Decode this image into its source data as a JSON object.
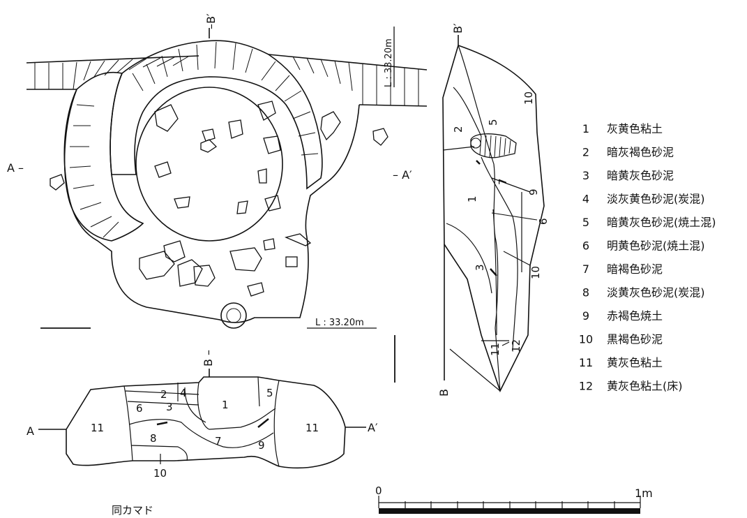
{
  "plan": {
    "label_a_left": "A –",
    "label_a_right": "– A′",
    "label_b_top": "–B′",
    "label_b_bottom": "B –",
    "elevation_left": "L : 33.20m",
    "elevation_top": "L : 33.20m"
  },
  "sections": {
    "horizontal": {
      "label_left": "A",
      "label_right": "A′",
      "layers": [
        "1",
        "2",
        "3",
        "4",
        "5",
        "6",
        "7",
        "8",
        "9",
        "10",
        "11",
        "11"
      ]
    },
    "vertical": {
      "label_top": "B′",
      "label_bottom": "B",
      "layers": [
        "1",
        "2",
        "3",
        "5",
        "6",
        "7",
        "9",
        "10",
        "10",
        "11",
        "12"
      ]
    }
  },
  "legend": [
    {
      "num": "1",
      "text": "灰黄色粘土"
    },
    {
      "num": "2",
      "text": "暗灰褐色砂泥"
    },
    {
      "num": "3",
      "text": "暗黄灰色砂泥"
    },
    {
      "num": "4",
      "text": "淡灰黄色砂泥(炭混)"
    },
    {
      "num": "5",
      "text": "暗黄灰色砂泥(焼土混)"
    },
    {
      "num": "6",
      "text": "明黄色砂泥(焼土混)"
    },
    {
      "num": "7",
      "text": "暗褐色砂泥"
    },
    {
      "num": "8",
      "text": "淡黄灰色砂泥(炭混)"
    },
    {
      "num": "9",
      "text": "赤褐色焼土"
    },
    {
      "num": "10",
      "text": "黒褐色砂泥"
    },
    {
      "num": "11",
      "text": "黄灰色粘土"
    },
    {
      "num": "12",
      "text": "黄灰色粘土(床)"
    }
  ],
  "caption": "同カマド",
  "scale": {
    "start": "0",
    "end": "1m"
  }
}
